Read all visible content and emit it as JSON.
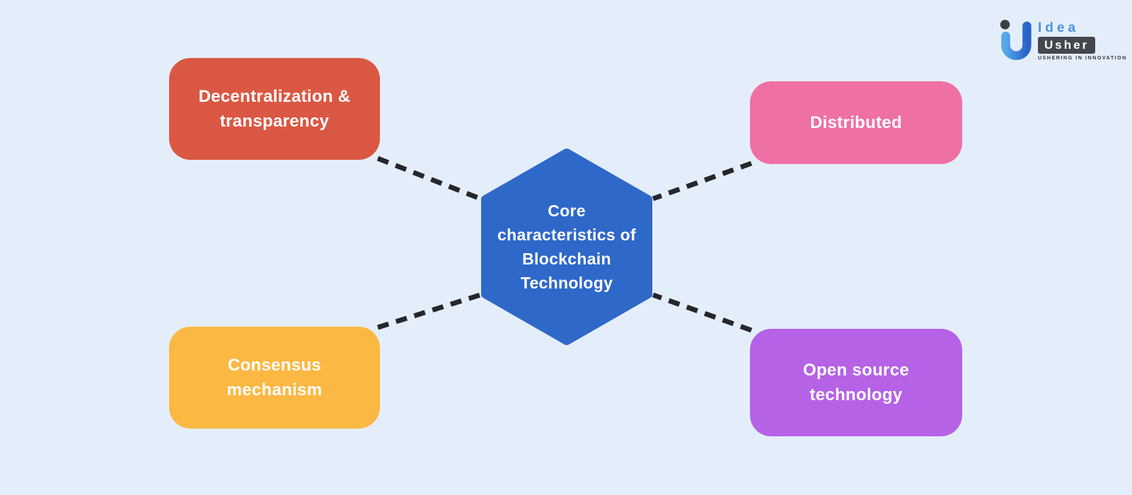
{
  "title": "Core characteristics of Blockchain Technology",
  "colors": {
    "background": "#e4eefa",
    "center_fill": "#2e68c8",
    "connector": "#26262b",
    "node_text": "#ffffff"
  },
  "center_node": {
    "label": "Core characteristics of Blockchain Technology",
    "lines": [
      "Core",
      "characteristics of",
      "Blockchain",
      "Technology"
    ],
    "shape": "hexagon"
  },
  "nodes": [
    {
      "id": "decentralization-transparency",
      "position": "top-left",
      "color": "#da5843",
      "label": "Decentralization & transparency",
      "lines": [
        "Decentralization &",
        "transparency"
      ]
    },
    {
      "id": "distributed",
      "position": "top-right",
      "color": "#ef70a5",
      "label": "Distributed",
      "lines": [
        "Distributed"
      ]
    },
    {
      "id": "consensus-mechanism",
      "position": "bottom-left",
      "color": "#fbb843",
      "label": "Consensus mechanism",
      "lines": [
        "Consensus",
        "mechanism"
      ]
    },
    {
      "id": "open-source-technology",
      "position": "bottom-right",
      "color": "#b562e6",
      "label": "Open source technology",
      "lines": [
        "Open source",
        "technology"
      ]
    }
  ],
  "connector_style": "dashed",
  "logo": {
    "word_top": "Idea",
    "word_bottom": "Usher",
    "tagline": "USHERING IN INNOVATION",
    "accent_blue": "#4a92d8",
    "accent_blue_light": "#55a8ea",
    "accent_blue_dark": "#2b63c8",
    "dark": "#44484e"
  }
}
